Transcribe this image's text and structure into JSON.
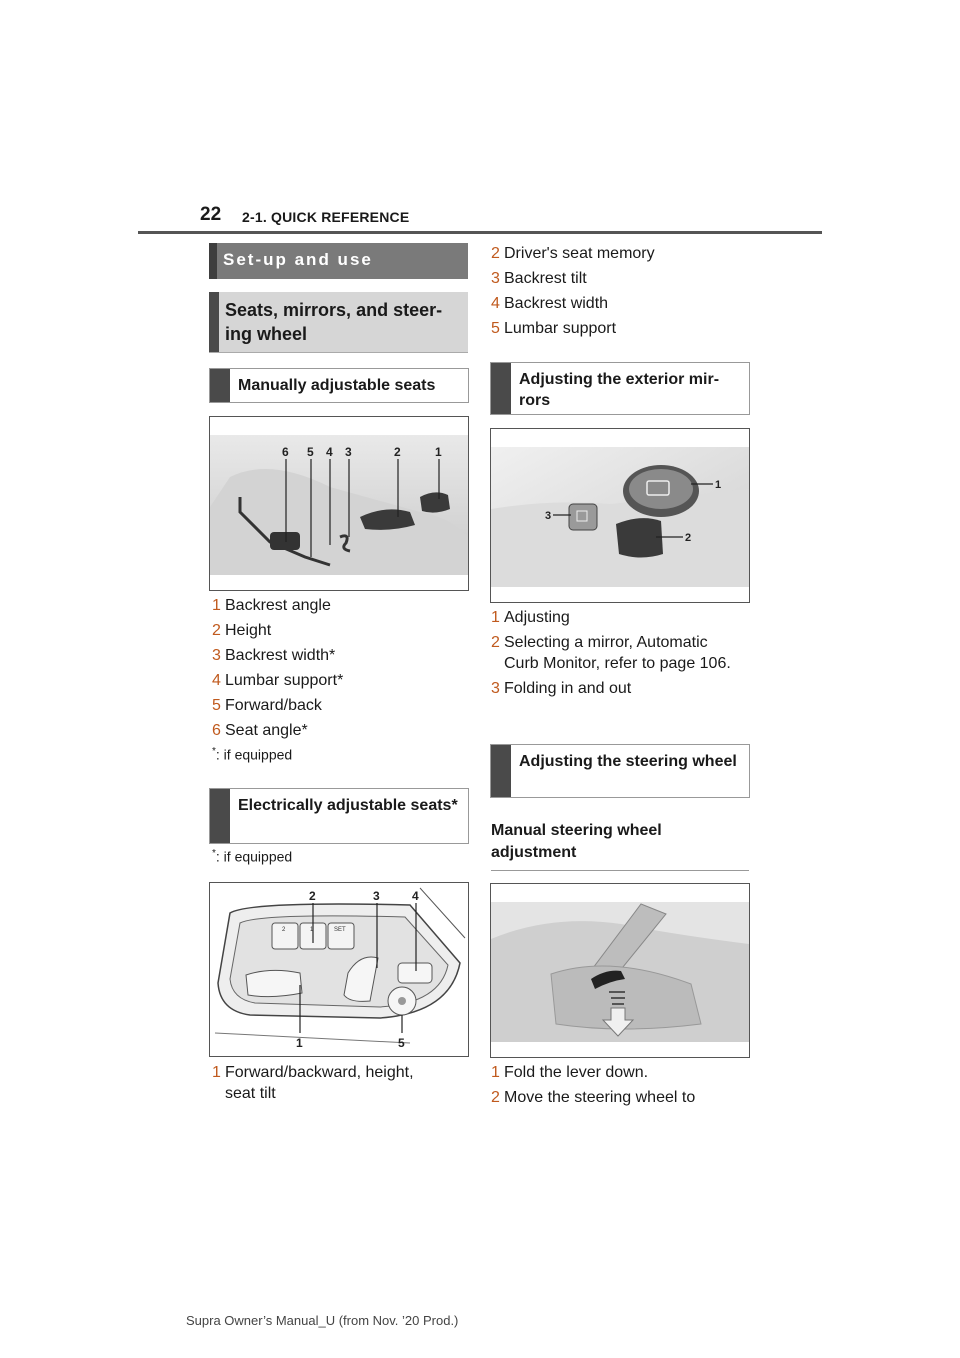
{
  "header": {
    "page_number": "22",
    "section": "2-1. QUICK REFERENCE"
  },
  "title": "Set-up and use",
  "subtitle": "Seats, mirrors, and steer-ing wheel",
  "manual_seats": {
    "heading": "Manually adjustable seats",
    "callouts": [
      "6",
      "5",
      "4",
      "3",
      "2",
      "1"
    ],
    "items": [
      {
        "n": "1",
        "text": "Backrest angle"
      },
      {
        "n": "2",
        "text": "Height"
      },
      {
        "n": "3",
        "text": "Backrest width*"
      },
      {
        "n": "4",
        "text": "Lumbar support*"
      },
      {
        "n": "5",
        "text": "Forward/back"
      },
      {
        "n": "6",
        "text": "Seat angle*"
      }
    ],
    "note_mark": "*",
    "note_text": ": if equipped"
  },
  "electric_seats": {
    "heading": "Electrically adjustable seats*",
    "note_mark": "*",
    "note_text": ": if equipped",
    "callouts": [
      "2",
      "3",
      "4",
      "1",
      "5"
    ],
    "button_labels": [
      "2",
      "1",
      "SET"
    ],
    "items": [
      {
        "n": "1",
        "text": "Forward/backward, height, seat tilt"
      }
    ]
  },
  "electric_seats_cont": {
    "items": [
      {
        "n": "2",
        "text": "Driver's seat memory"
      },
      {
        "n": "3",
        "text": "Backrest tilt"
      },
      {
        "n": "4",
        "text": "Backrest width"
      },
      {
        "n": "5",
        "text": "Lumbar support"
      }
    ]
  },
  "mirrors": {
    "heading": "Adjusting the exterior mir-rors",
    "callouts": [
      "1",
      "2",
      "3"
    ],
    "items": [
      {
        "n": "1",
        "text": "Adjusting"
      },
      {
        "n": "2",
        "text": "Selecting a mirror, Automatic Curb Monitor, refer to page 106."
      },
      {
        "n": "3",
        "text": "Folding in and out"
      }
    ]
  },
  "steering": {
    "heading": "Adjusting the steering wheel",
    "subheading": "Manual steering wheel adjustment",
    "items": [
      {
        "n": "1",
        "text": "Fold the lever down."
      },
      {
        "n": "2",
        "text": "Move the steering wheel to"
      }
    ]
  },
  "footer": "Supra Owner’s Manual_U (from Nov. ’20 Prod.)"
}
